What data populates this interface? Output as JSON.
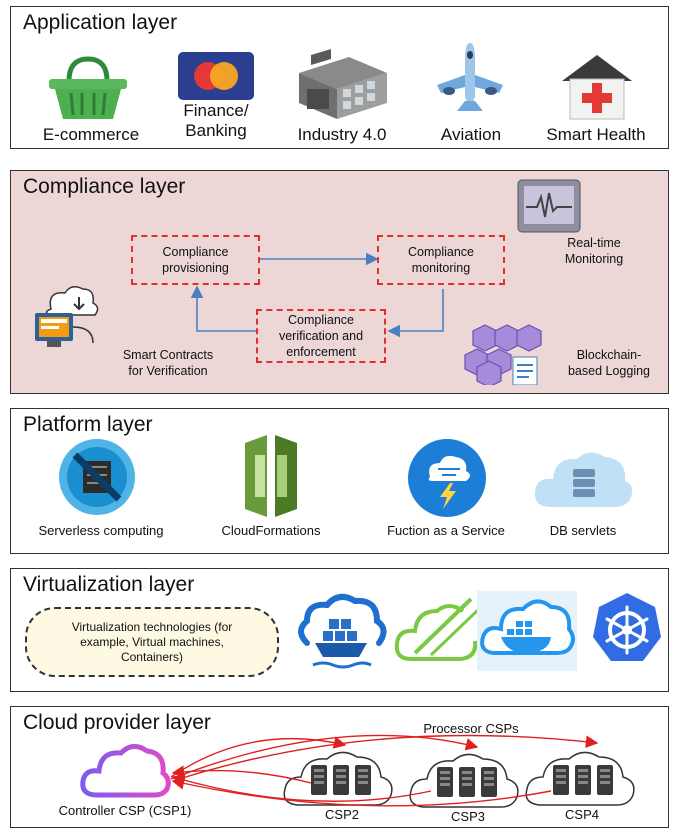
{
  "application_layer": {
    "title": "Application layer",
    "items": [
      {
        "label": "E-commerce",
        "icon": "shopping-basket-icon"
      },
      {
        "label": "Finance/\nBanking",
        "icon": "credit-card-icon"
      },
      {
        "label": "Industry 4.0",
        "icon": "factory-icon"
      },
      {
        "label": "Aviation",
        "icon": "airplane-icon"
      },
      {
        "label": "Smart Health",
        "icon": "hospital-icon"
      }
    ]
  },
  "compliance_layer": {
    "title": "Compliance layer",
    "provisioning": "Compliance\nprovisioning",
    "monitoring": "Compliance\nmonitoring",
    "verification": "Compliance\nverification and\nenforcement",
    "realtime": "Real-time\nMonitoring",
    "smart_contracts": "Smart Contracts\nfor Verification",
    "blockchain": "Blockchain-\nbased Logging",
    "bg_color": "#ecd6d6"
  },
  "platform_layer": {
    "title": "Platform layer",
    "items": [
      {
        "label": "Serverless computing",
        "icon": "serverless-icon"
      },
      {
        "label": "CloudFormations",
        "icon": "cloudformation-icon"
      },
      {
        "label": "Fuction as a Service",
        "icon": "function-service-icon"
      },
      {
        "label": "DB servlets",
        "icon": "database-cloud-icon"
      }
    ]
  },
  "virtualization_layer": {
    "title": "Virtualization layer",
    "description": "Virtualization technologies (for\nexample, Virtual machines,\nContainers)",
    "icons": [
      "container-ship-cloud-icon",
      "green-cloud-icon",
      "docker-icon",
      "kubernetes-icon"
    ]
  },
  "cloud_provider_layer": {
    "title": "Cloud provider layer",
    "processor_label": "Processor CSPs",
    "controller": "Controller CSP (CSP1)",
    "csps": [
      "CSP2",
      "CSP3",
      "CSP4"
    ],
    "arrow_color": "#e02020"
  }
}
